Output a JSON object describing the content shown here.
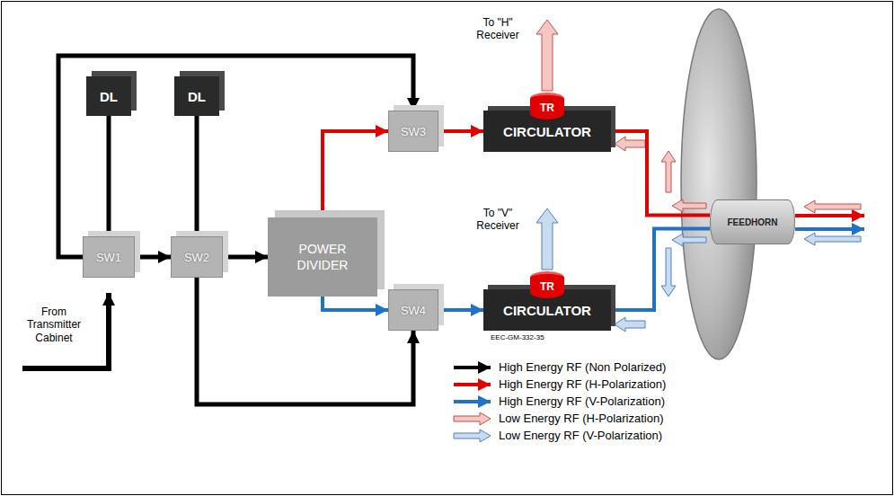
{
  "diagram": {
    "nodes": [
      {
        "text": [
          "DL"
        ]
      },
      {
        "text": [
          "DL"
        ]
      },
      {
        "text": [
          "SW1"
        ]
      },
      {
        "text": [
          "SW2"
        ]
      },
      {
        "text": [
          "POWER DIVIDER"
        ]
      },
      {
        "text": [
          "SW3"
        ]
      },
      {
        "text": [
          "SW4"
        ]
      },
      {
        "text": [
          "TR"
        ]
      },
      {
        "text": [
          "CIRCULATOR"
        ]
      },
      {
        "text": [
          "TR"
        ]
      },
      {
        "text": [
          "CIRCULATOR"
        ]
      },
      {
        "text": [
          "FEEDHORN"
        ]
      }
    ],
    "edges": [
      {
        "from": 2,
        "to": 0,
        "arrow": "none"
      },
      {
        "from": 3,
        "to": 1,
        "arrow": "none"
      },
      {
        "from": 2,
        "to": 3,
        "arrow": "to"
      },
      {
        "from": 2,
        "to": 5,
        "arrow": "to"
      },
      {
        "from": 3,
        "to": 4,
        "arrow": "to"
      },
      {
        "from": 3,
        "to": 6,
        "arrow": "to"
      },
      {
        "from": 4,
        "to": 5,
        "arrow": "to"
      },
      {
        "from": 4,
        "to": 6,
        "arrow": "to"
      },
      {
        "from": 5,
        "to": 8,
        "arrow": "to"
      },
      {
        "from": 6,
        "to": 10,
        "arrow": "to"
      },
      {
        "from": 8,
        "to": 11,
        "arrow": "none"
      },
      {
        "from": 10,
        "to": 11,
        "arrow": "none"
      }
    ],
    "labels": [
      "To \"H\" Receiver",
      "To \"V\" Receiver",
      "From Transmitter Cabinet",
      "EEC-GM-332-35"
    ],
    "legend": [
      {
        "text": "High Energy RF (Non Polarized)"
      },
      {
        "text": "High Energy RF (H-Polarization)"
      },
      {
        "text": "High Energy RF (V-Polarization)"
      },
      {
        "text": "Low Energy RF (H-Polarization)"
      },
      {
        "text": "Low Energy RF (V-Polarization)"
      }
    ]
  }
}
